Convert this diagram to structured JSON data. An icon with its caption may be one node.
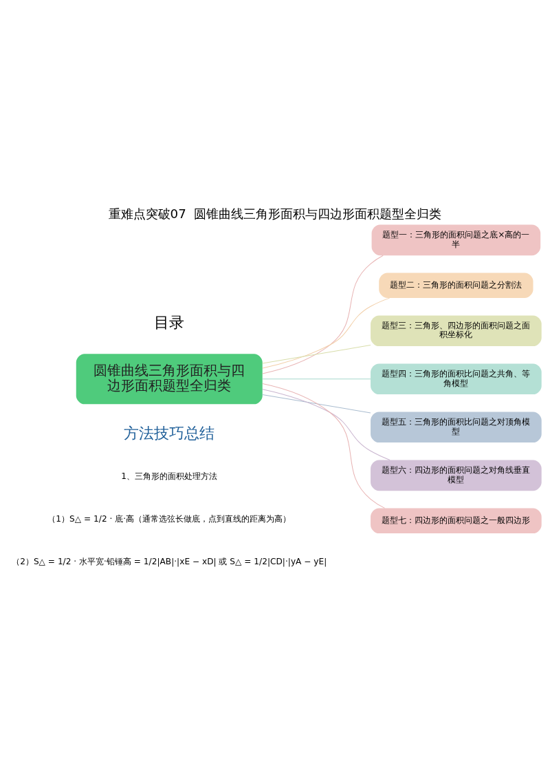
{
  "diagram": {
    "title": "重难点突破07  圆锥曲线三角形面积与四边形面积题型全归类",
    "nodes": [
      {
        "text": [
          "圆锥曲线三角形面积与四边形面积题型全归类"
        ]
      },
      {
        "text": [
          "题型一：三角形的面积问题之底×高的一半"
        ]
      },
      {
        "text": [
          "题型二：三角形的面积问题之分割法"
        ]
      },
      {
        "text": [
          "题型三：三角形、四边形的面积问题之面积坐标化"
        ]
      },
      {
        "text": [
          "题型四：三角形的面积比问题之共角、等角模型"
        ]
      },
      {
        "text": [
          "题型五：三角形的面积比问题之对顶角模型"
        ]
      },
      {
        "text": [
          "题型六：四边形的面积问题之对角线垂直模型"
        ]
      },
      {
        "text": [
          "题型七：四边形的面积问题之一般四边形"
        ]
      }
    ],
    "edges": [
      {
        "from": 0,
        "to": 1,
        "arrow": "none",
        "color": "#e8b4b4"
      },
      {
        "from": 0,
        "to": 2,
        "arrow": "none",
        "color": "#f2cfa8"
      },
      {
        "from": 0,
        "to": 3,
        "arrow": "none",
        "color": "#d8ddaa"
      },
      {
        "from": 0,
        "to": 4,
        "arrow": "none",
        "color": "#a6d8cc"
      },
      {
        "from": 0,
        "to": 5,
        "arrow": "none",
        "color": "#a9bccf"
      },
      {
        "from": 0,
        "to": 6,
        "arrow": "none",
        "color": "#c9b5cf"
      },
      {
        "from": 0,
        "to": 7,
        "arrow": "none",
        "color": "#e8b4b4"
      }
    ],
    "labels": [
      "目录",
      "方法技巧总结",
      "1、三角形的面积处理方法",
      "（1）S△ = 1/2 · 底·高（通常选弦长做底，点到直线的距离为高）",
      "（2）S△ = 1/2 · 水平宽·铅锤高 = 1/2|AB|·|xE − xD| 或 S△ = 1/2|CD|·|yA − yE|"
    ]
  }
}
